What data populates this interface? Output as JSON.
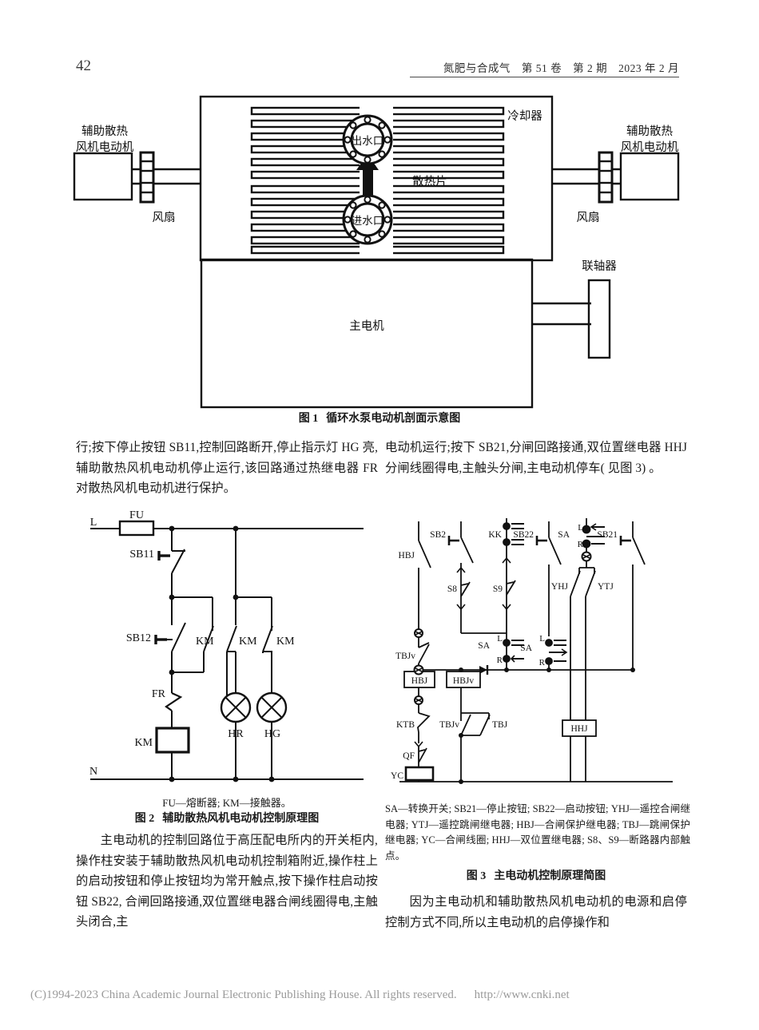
{
  "header": {
    "page_number": "42",
    "journal_line": "氮肥与合成气 第 51 卷 第 2 期 2023 年 2 月"
  },
  "figure1": {
    "caption_number": "图 1",
    "caption_title": "循环水泵电动机剖面示意图",
    "labels": {
      "left_motor": "辅助散热\n风机电动机",
      "left_motor_line1": "辅助散热",
      "left_motor_line2": "风机电动机",
      "left_fan": "风扇",
      "right_motor_line1": "辅助散热",
      "right_motor_line2": "风机电动机",
      "right_fan": "风扇",
      "cooler": "冷却器",
      "fins": "散热片",
      "water_out": "出水口",
      "water_in": "进水口",
      "main_motor": "主电机",
      "coupling": "联轴器"
    }
  },
  "body": {
    "left_para_1": "行;按下停止按钮 SB11,控制回路断开,停止指示灯 HG 亮,辅助散热风机电动机停止运行,该回路通过热继电器 FR 对散热风机电动机进行保护。",
    "right_para_1": "电动机运行;按下 SB21,分闸回路接通,双位置继电器 HHJ 分闸线圈得电,主触头分闸,主电动机停车( 见图 3) 。",
    "left_para_2": "主电动机的控制回路位于高压配电所内的开关柜内,操作柱安装于辅助散热风机电动机控制箱附近,操作柱上的启动按钮和停止按钮均为常开触点,按下操作柱启动按钮 SB22, 合闸回路接通,双位置继电器合闸线圈得电,主触头闭合,主",
    "right_para_2": "因为主电动机和辅助散热风机电动机的电源和启停控制方式不同,所以主电动机的启停操作和"
  },
  "figure2": {
    "caption_number": "图 2",
    "caption_title": "辅助散热风机电动机控制原理图",
    "legend": "FU—熔断器; KM—接触器。",
    "labels": {
      "line_l": "L",
      "line_n": "N",
      "fuse": "FU",
      "stop_button": "SB11",
      "start_button": "SB12",
      "contactor_aux": "KM",
      "contactor_lamp_hr": "KM",
      "contactor_lamp_hg": "KM",
      "thermal_relay": "FR",
      "coil": "KM",
      "lamp_red": "HR",
      "lamp_green": "HG"
    }
  },
  "figure3": {
    "caption_number": "图 3",
    "caption_title": "主电动机控制原理简图",
    "legend": "SA—转换开关; SB21—停止按钮; SB22—启动按钮; YHJ—遥控合闸继电器; YTJ—遥控跳闸继电器; HBJ—合闸保护继电器; TBJ—跳闸保护继电器; YC—合闸线圈; HHJ—双位置继电器; S8、S9—断路器内部触点。",
    "labels": {
      "hbj_contact": "HBJ",
      "sb2": "SB2",
      "s8": "S8",
      "kk": "KK",
      "sb22": "SB22",
      "s9": "S9",
      "sa_1": "SA",
      "sa_1_l": "L",
      "sa_1_r": "R",
      "sa_2": "SA",
      "sa_2_l": "L",
      "sa_2_r": "R",
      "sa_3": "SA",
      "sa_3_l": "L",
      "sa_3_r": "R",
      "sb21": "SB21",
      "yhj": "YHJ",
      "ytj": "YTJ",
      "tbjv_contact": "TBJv",
      "hbj_coil": "HBJ",
      "hbjv_coil": "HBJv",
      "ktb": "KTB",
      "tbjv": "TBJv",
      "tbj": "TBJ",
      "qf": "QF",
      "yc": "YC",
      "hhj": "HHJ"
    }
  },
  "footer": {
    "copyright": "(C)1994-2023 China Academic Journal Electronic Publishing House. All rights reserved.",
    "url": "http://www.cnki.net"
  }
}
